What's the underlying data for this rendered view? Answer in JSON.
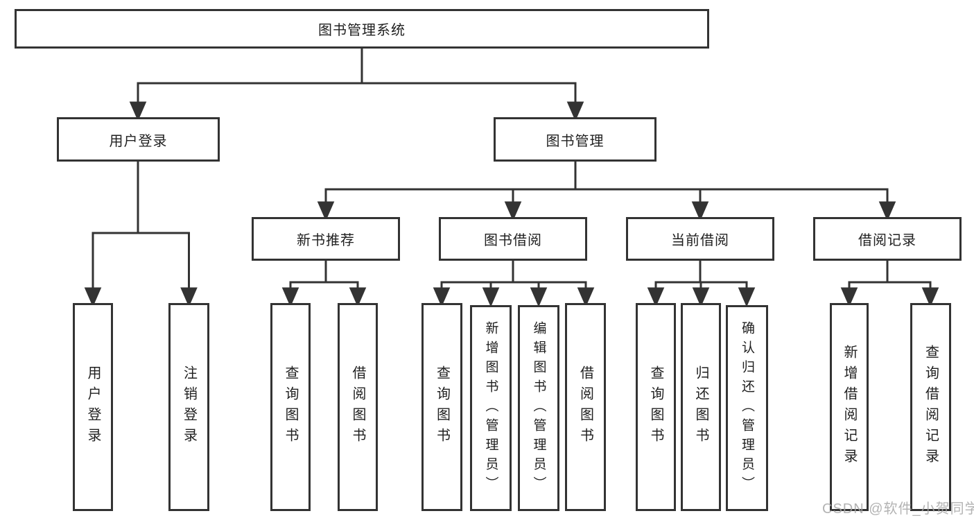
{
  "diagram": {
    "root": {
      "label": "图书管理系统"
    },
    "level2": [
      {
        "label": "用户登录"
      },
      {
        "label": "图书管理"
      }
    ],
    "level3": [
      {
        "label": "新书推荐"
      },
      {
        "label": "图书借阅"
      },
      {
        "label": "当前借阅"
      },
      {
        "label": "借阅记录"
      }
    ],
    "leaves": {
      "user_login": [
        "用户登录",
        "注销登录"
      ],
      "new_rec": [
        "查询图书",
        "借阅图书"
      ],
      "book_borrow": [
        "查询图书",
        "新增图书（管理员）",
        "编辑图书（管理员）",
        "借阅图书"
      ],
      "current_borrow": [
        "查询图书",
        "归还图书",
        "确认归还（管理员）"
      ],
      "borrow_record": [
        "新增借阅记录",
        "查询借阅记录"
      ]
    }
  },
  "watermark": {
    "text": "CSDN @软件_小贺同学"
  },
  "colors": {
    "line": "#333333",
    "box_border": "#333333",
    "box_fill": "#ffffff",
    "text": "#1f1f1f",
    "watermark": "#a6a6a6",
    "background": "#ffffff"
  }
}
